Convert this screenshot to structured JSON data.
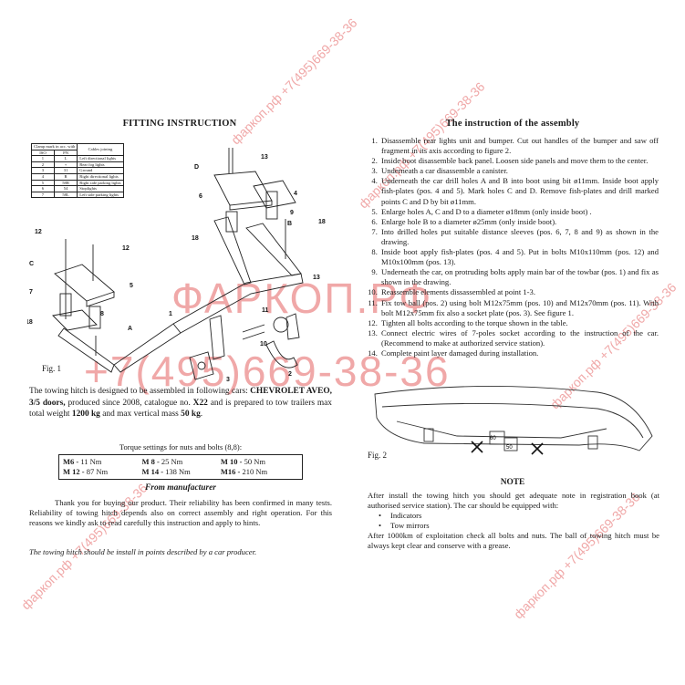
{
  "watermark": {
    "line1": "ФАРКОП.РФ",
    "line2": "+7(495)669-38-36",
    "diag_text": "фаркоп.рф +7(495)669-38-36"
  },
  "left": {
    "title": "FITTING INSTRUCTION",
    "clamp_table": {
      "head_col1": "Clamp mark in acc. with",
      "head_iso": "ISO",
      "head_pn": "PN",
      "head_col2": "Cables joining",
      "rows": [
        {
          "iso": "1",
          "pn": "L",
          "desc": "Left directional lights"
        },
        {
          "iso": "2",
          "pn": "+",
          "desc": "Rear fog lights"
        },
        {
          "iso": "3",
          "pn": "31",
          "desc": "Ground"
        },
        {
          "iso": "4",
          "pn": "R",
          "desc": "Right directional lights"
        },
        {
          "iso": "5",
          "pn": "58R",
          "desc": "Right side parking lights"
        },
        {
          "iso": "6",
          "pn": "54",
          "desc": "Stoplights"
        },
        {
          "iso": "7",
          "pn": "58L",
          "desc": "Left side parking lights"
        }
      ]
    },
    "fig_label": "Fig. 1",
    "diagram_numbers": [
      "13",
      "D",
      "4",
      "6",
      "9",
      "B",
      "18",
      "12",
      "12",
      "18",
      "C",
      "5",
      "13",
      "7",
      "8",
      "1",
      "11",
      "18",
      "A",
      "10",
      "2",
      "3"
    ],
    "description": {
      "p1": "The towing hitch is designed to be assembled in following cars:",
      "car": "CHEVROLET AVEO, 3/5 doors,",
      "p2": " produced since 2008, catalogue no. ",
      "catalogue": "X22",
      "p3": " and is prepared to tow trailers max total weight ",
      "weight": "1200 kg",
      "p4": " and max vertical mass ",
      "vmass": "50 kg",
      "p5": "."
    },
    "torque": {
      "title": "Torque settings for nuts and bolts (8,8):",
      "rows": [
        [
          {
            "size": "M6 -",
            "value": " 11 Nm"
          },
          {
            "size": "M 8 -",
            "value": " 25 Nm"
          },
          {
            "size": "M 10 -",
            "value": " 50 Nm"
          }
        ],
        [
          {
            "size": "M 12 -",
            "value": " 87 Nm"
          },
          {
            "size": "M 14 -",
            "value": " 138 Nm"
          },
          {
            "size": "M16 -",
            "value": " 210 Nm"
          }
        ]
      ]
    },
    "manufacturer_title": "From manufacturer",
    "manufacturer_text": "Thank you for buying our product. Their reliability has been confirmed in many tests. Reliability of towing hitch depends also on correct assembly and right operation. For this reasons we kindly ask to read carefully this instruction and apply to hints.",
    "manufacturer_italic": "The towing hitch should be install in points described by a car producer."
  },
  "right": {
    "title": "The instruction of the assembly",
    "steps": [
      "Disassemble rear lights unit and bumper. Cut out handles of the bumper and saw off  fragment in its axis according to figure 2.",
      "Inside boot disassemble back panel. Loosen side panels and move them to the center.",
      "Underneath a car disassemble a canister.",
      "Underneath the car drill holes A and B into boot using bit ø11mm. Inside boot apply fish-plates (pos. 4 and 5). Mark holes C and D. Remove fish-plates and drill marked points C and D by bit ø11mm.",
      "Enlarge holes A, C and D to a diameter ø18mm (only inside boot) .",
      "Enlarge hole B to a diameter ø25mm (only inside boot).",
      "Into drilled holes put suitable distance sleeves (pos. 6, 7, 8 and 9) as shown in the drawing.",
      "Inside boot apply fish-plates (pos. 4 and 5). Put in bolts M10x110mm (pos. 12) and M10x100mm (pos. 13).",
      "Underneath the car, on protruding bolts apply main bar of the towbar (pos. 1) and fix as shown in the drawing.",
      "Reassemble elements dissassembled at point 1-3.",
      "Fix tow ball (pos. 2) using bolt M12x75mm (pos. 10) and M12x70mm (pos. 11). With bolt M12x75mm fix also a socket plate (pos. 3). See figure 1.",
      "Tighten all bolts according to the torque shown in the table.",
      "Connect electric wires of 7-poles socket according to the instruction of the car. (Recommend to make at authorized service station).",
      "Complete paint layer damaged during installation."
    ],
    "fig_label": "Fig. 2",
    "fig2_dims": [
      "60",
      "50"
    ],
    "note_title": "NOTE",
    "note_intro": "After install the towing hitch you should get adequate note in registration book (at authorised service station). The car should be equipped with:",
    "note_items": [
      "Indicators",
      "Tow mirrors"
    ],
    "note_outro": "After 1000km of exploitation check all bolts and nuts. The ball of towing hitch must be always kept clear and conserve with a grease."
  }
}
